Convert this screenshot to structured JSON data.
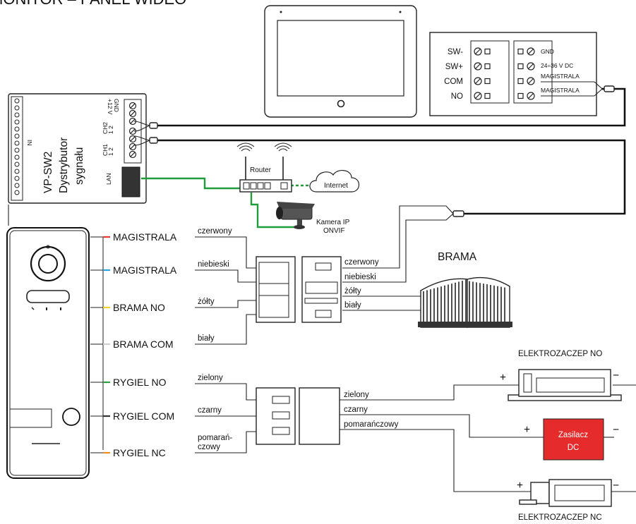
{
  "header": {
    "partial_title": "MONITOR – PANEL WIDEO"
  },
  "distributor": {
    "model": "VP-SW2",
    "line1": "Dystrybutor",
    "line2": "sygnału",
    "gnd": "GND",
    "v12": "+12 V",
    "ch1": "CH1",
    "ch2": "CH2",
    "nums_a": "1 2",
    "nums_b": "1 2",
    "lan": "LAN",
    "side_mark": "IN"
  },
  "monitor_block": {
    "left_labels": [
      "SW-",
      "SW+",
      "COM",
      "NO"
    ],
    "right_labels": [
      "GND",
      "24÷36 V DC",
      "MAGISTRALA",
      "MAGISTRALA"
    ]
  },
  "network": {
    "router": "Router",
    "internet": "Internet",
    "camera_line1": "Kamera IP",
    "camera_line2": "ONVIF"
  },
  "panel_terminals": [
    {
      "label": "MAGISTRALA",
      "color": "#e53935"
    },
    {
      "label": "MAGISTRALA",
      "color": "#29a3e0"
    },
    {
      "label": "BRAMA NO",
      "color": "#f2d22e"
    },
    {
      "label": "BRAMA COM",
      "color": "#cfcfcf"
    },
    {
      "label": "RYGIEL NO",
      "color": "#2e9e44"
    },
    {
      "label": "RYGIEL COM",
      "color": "#333333"
    },
    {
      "label": "RYGIEL NC",
      "color": "#f08a24"
    }
  ],
  "wires_upper_left": [
    "czerwony",
    "niebieski",
    "żółty",
    "biały"
  ],
  "wires_upper_right": [
    "czerwony",
    "niebieski",
    "żółty",
    "biały"
  ],
  "wires_lower_left": [
    "zielony",
    "czarny",
    "pomarań-",
    "czowy"
  ],
  "wires_lower_right": [
    "zielony",
    "czarny",
    "pomarańczowy"
  ],
  "gate": {
    "label": "BRAMA"
  },
  "lock_no": {
    "label": "ELEKTROZACZEP NO",
    "plus": "+",
    "minus": "−"
  },
  "psu": {
    "line1": "Zasilacz",
    "line2": "DC",
    "plus": "+",
    "minus": "−",
    "color": "#e52b2b"
  },
  "lock_nc": {
    "label": "ELEKTROZACZEP NC",
    "plus": "+",
    "minus": "−"
  }
}
